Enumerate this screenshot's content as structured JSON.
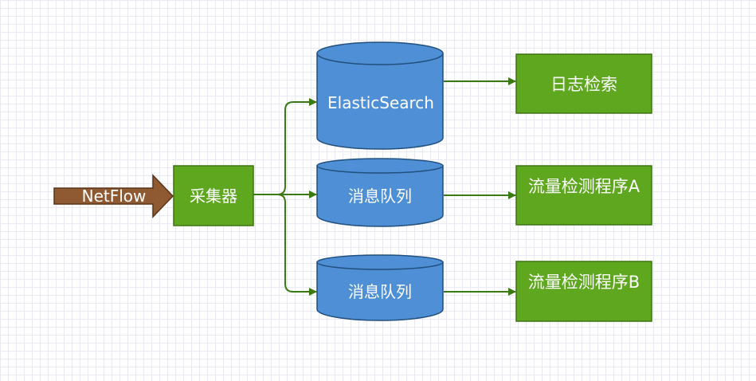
{
  "input_label": "NetFlow",
  "collector_label": "采集器",
  "stores": {
    "elasticsearch": "ElasticSearch",
    "queue_1": "消息队列",
    "queue_2": "消息队列"
  },
  "outputs": {
    "log_search": "日志检索",
    "detector_a": "流量检测程序A",
    "detector_b": "流量检测程序B"
  },
  "colors": {
    "arrow_fill": "#8f5a32",
    "box_green": "#5ea71f",
    "box_border": "#3d7310",
    "cylinder_blue": "#4f8fd6",
    "cylinder_border": "#214f7e",
    "connector": "#3a7a10"
  }
}
